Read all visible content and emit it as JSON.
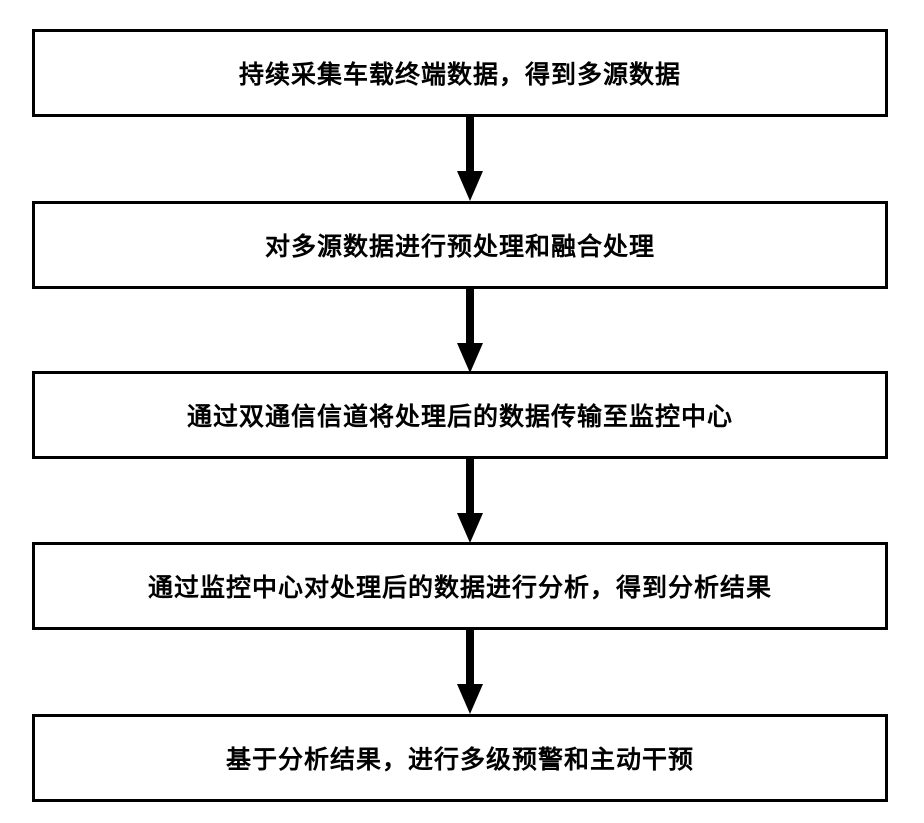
{
  "flowchart": {
    "steps": [
      {
        "label": "持续采集车载终端数据，得到多源数据"
      },
      {
        "label": "对多源数据进行预处理和融合处理"
      },
      {
        "label": "通过双通信信道将处理后的数据传输至监控中心"
      },
      {
        "label": "通过监控中心对处理后的数据进行分析，得到分析结果"
      },
      {
        "label": "基于分析结果，进行多级预警和主动干预"
      }
    ],
    "colors": {
      "border": "#000000",
      "text": "#000000",
      "background": "#ffffff",
      "arrow": "#000000"
    }
  }
}
